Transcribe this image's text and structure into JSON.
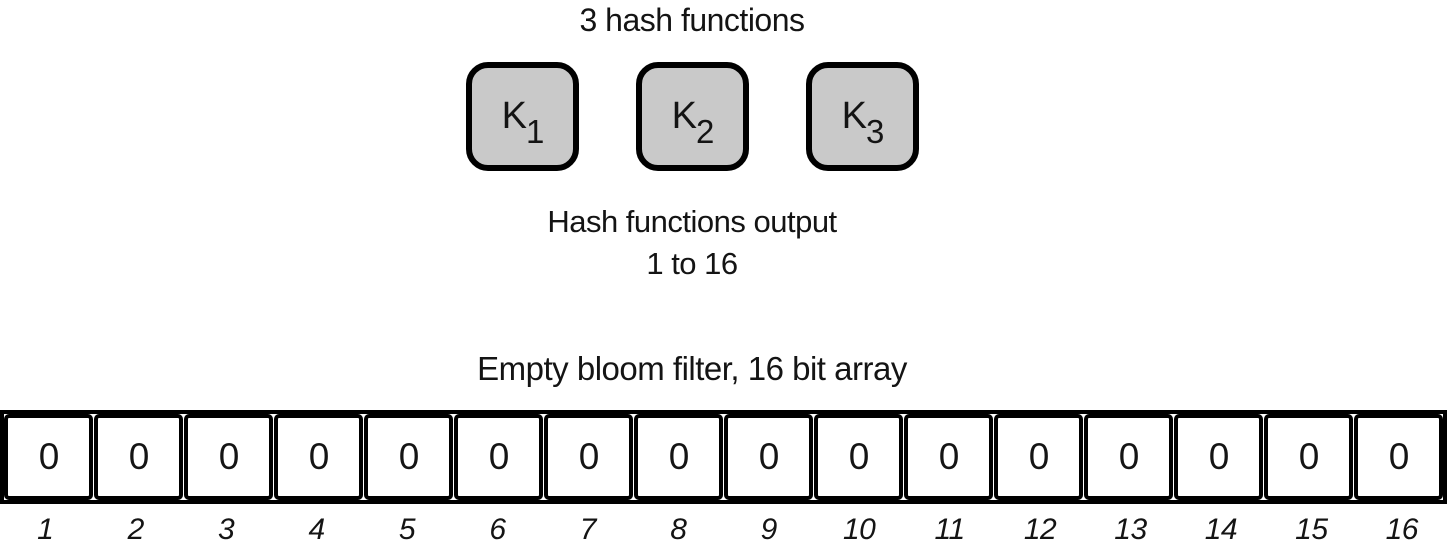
{
  "diagram": {
    "hash_section": {
      "title": "3 hash functions",
      "boxes": [
        {
          "base": "K",
          "sub": "1"
        },
        {
          "base": "K",
          "sub": "2"
        },
        {
          "base": "K",
          "sub": "3"
        }
      ],
      "output_caption_line1": "Hash functions output",
      "output_caption_line2": "1 to 16"
    },
    "bloom_filter": {
      "title": "Empty bloom filter, 16 bit array",
      "bits": [
        "0",
        "0",
        "0",
        "0",
        "0",
        "0",
        "0",
        "0",
        "0",
        "0",
        "0",
        "0",
        "0",
        "0",
        "0",
        "0"
      ],
      "indices": [
        "1",
        "2",
        "3",
        "4",
        "5",
        "6",
        "7",
        "8",
        "9",
        "10",
        "11",
        "12",
        "13",
        "14",
        "15",
        "16"
      ]
    },
    "colors": {
      "box_fill": "#c9c9c9",
      "stroke": "#000000",
      "background": "#ffffff"
    }
  }
}
